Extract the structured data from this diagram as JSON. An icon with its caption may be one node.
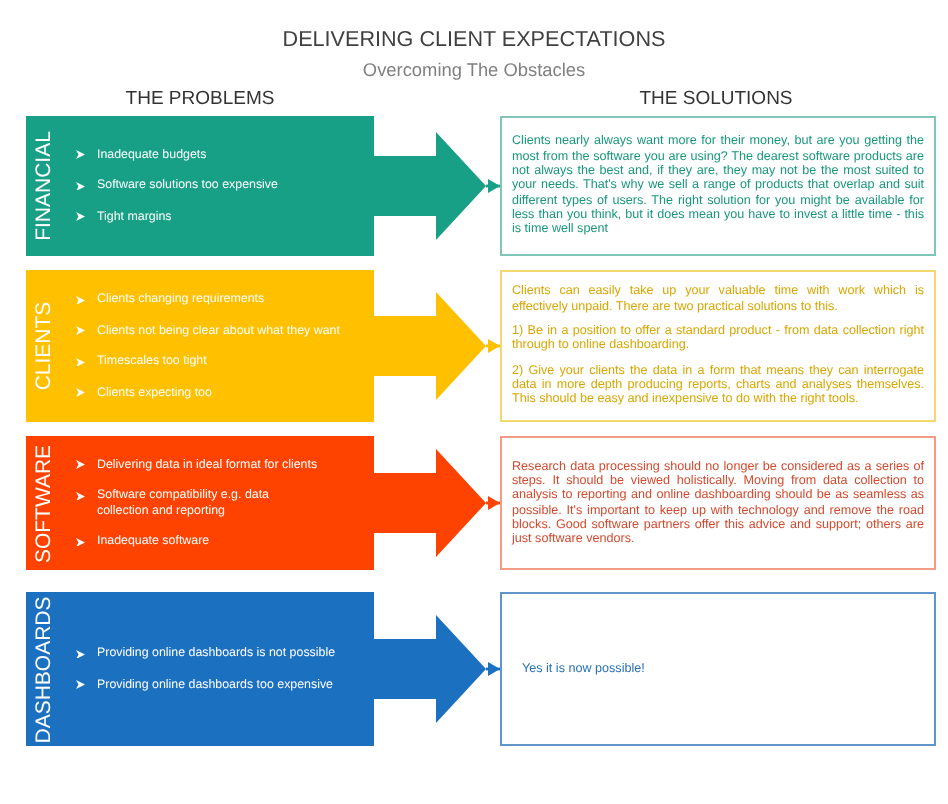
{
  "diagram": {
    "title": "DELIVERING CLIENT EXPECTATIONS",
    "nodes": [
      {
        "text": [
          "FINANCIAL",
          "Inadequate budgets",
          "Software solutions too expensive",
          "Tight margins"
        ]
      },
      {
        "text": [
          "Clients nearly always want more for their money, but are you getting the most from the software you are using? The dearest software products are not always the best and, if they are, they may not be the most suited to your needs. That's why we sell a range of products that overlap and suit different types of users. The right solution for you might be available for less than you think, but it does mean you have to invest a little time - this is time well spent"
        ]
      },
      {
        "text": [
          "CLIENTS",
          "Clients changing requirements",
          "Clients not being clear about what they want",
          "Timescales too tight",
          "Clients expecting too"
        ]
      },
      {
        "text": [
          "Clients can easily take up your valuable time with work which is effectively unpaid. There are two practical solutions to this.",
          "1) Be in a position to offer a standard product - from data collection right through to online dashboarding.",
          "2) Give your clients the data in a form that means they can interrogate data in more depth producing reports, charts and analyses themselves. This should be easy and inexpensive to do with the right tools."
        ]
      },
      {
        "text": [
          "SOFTWARE",
          "Delivering data in ideal format for clients",
          "Software compatibility e.g. data collection and reporting",
          "Inadequate software"
        ]
      },
      {
        "text": [
          "Research data processing should no longer be considered as a series of steps. It should be viewed holistically. Moving from data collection to analysis to reporting and online dashboarding should be as seamless as possible. It's important to keep up with technology and remove the road blocks. Good software partners offer this advice and support; others are just software vendors."
        ]
      },
      {
        "text": [
          "DASHBOARDS",
          "Providing online dashboards is not possible",
          "Providing online dashboards too expensive"
        ]
      },
      {
        "text": [
          "Yes it is now possible!"
        ]
      }
    ],
    "edges": [
      {
        "from": 0,
        "to": 1,
        "arrow": "to",
        "color": "#17a086"
      },
      {
        "from": 2,
        "to": 3,
        "arrow": "to",
        "color": "#ffc000"
      },
      {
        "from": 4,
        "to": 5,
        "arrow": "to",
        "color": "#fe4200"
      },
      {
        "from": 6,
        "to": 7,
        "arrow": "to",
        "color": "#1b70c0"
      }
    ],
    "labels": [
      "Overcoming The Obstacles",
      "THE PROBLEMS",
      "THE SOLUTIONS"
    ]
  }
}
